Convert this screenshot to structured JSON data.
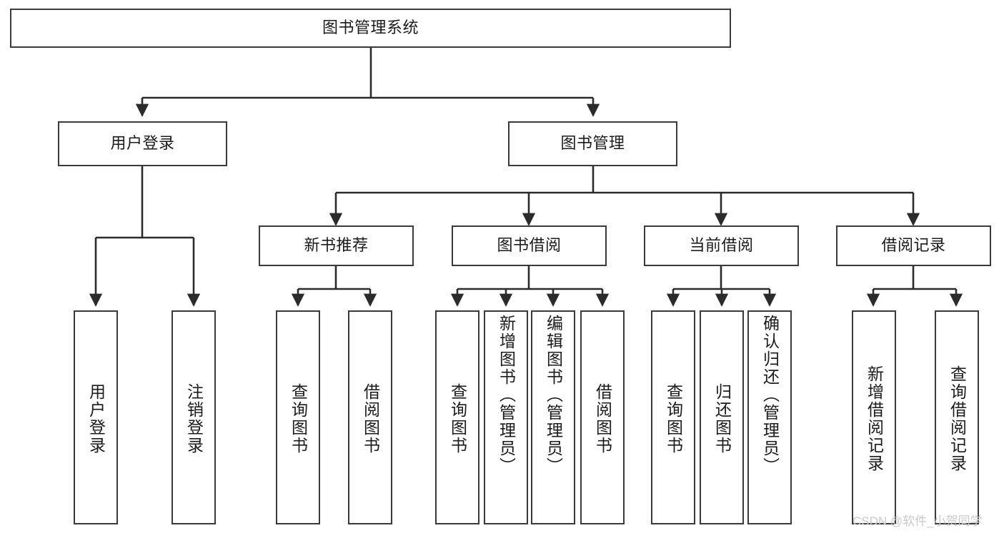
{
  "diagram": {
    "title": "图书管理系统",
    "type": "tree-structure-chart",
    "background": "#ffffff",
    "box_border_color": "#3a3a3a",
    "edge_color": "#2b2b2b",
    "text_color": "#1b1b1b"
  },
  "nodes": {
    "root": {
      "label": "图书管理系统"
    },
    "level2": [
      {
        "label": "用户登录"
      },
      {
        "label": "图书管理"
      }
    ],
    "level3": [
      {
        "label": "新书推荐"
      },
      {
        "label": "图书借阅"
      },
      {
        "label": "当前借阅"
      },
      {
        "label": "借阅记录"
      }
    ],
    "leaves": {
      "user_login": [
        {
          "label": "用户登录"
        },
        {
          "label": "注销登录"
        }
      ],
      "new_book": [
        {
          "label": "查询图书"
        },
        {
          "label": "借阅图书"
        }
      ],
      "book_borrow": [
        {
          "label": "查询图书"
        },
        {
          "label": "新增图书（管理员）"
        },
        {
          "label": "编辑图书（管理员）"
        },
        {
          "label": "借阅图书"
        }
      ],
      "current_borrow": [
        {
          "label": "查询图书"
        },
        {
          "label": "归还图书"
        },
        {
          "label": "确认归还（管理员）"
        }
      ],
      "borrow_record": [
        {
          "label": "新增借阅记录"
        },
        {
          "label": "查询借阅记录"
        }
      ]
    }
  },
  "watermark": {
    "text": "CSDN @软件_小贺同学"
  }
}
